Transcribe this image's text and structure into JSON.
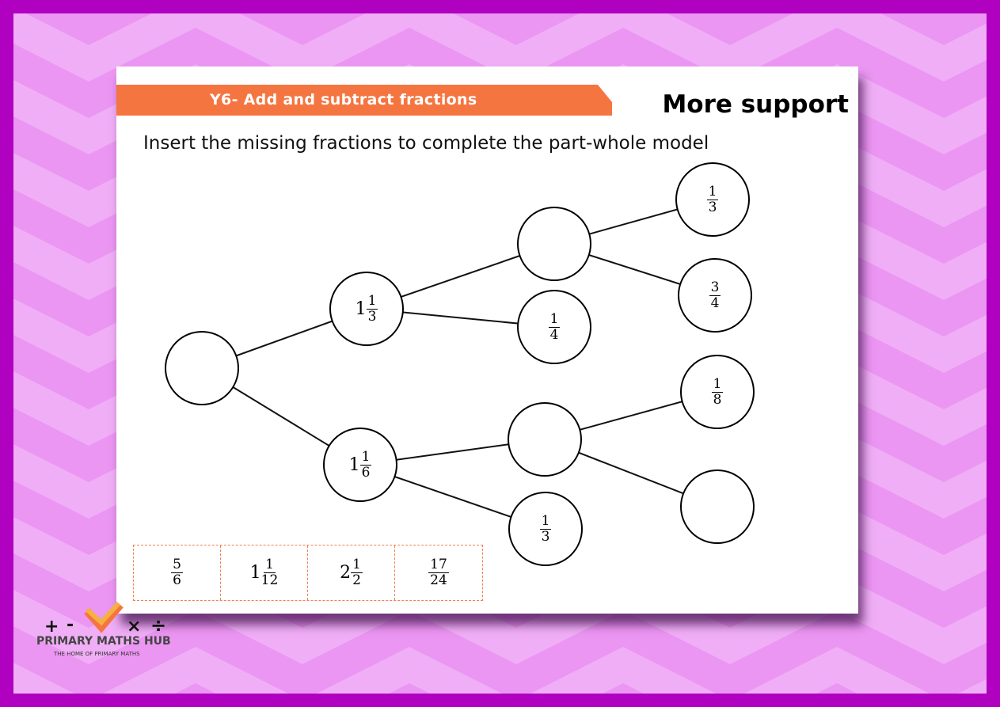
{
  "header": {
    "banner": "Y6- Add and subtract fractions",
    "level": "More support"
  },
  "instruction": "Insert the missing fractions to complete the part-whole model",
  "nodes": [
    {
      "id": "root",
      "value": null
    },
    {
      "id": "a",
      "whole": "1",
      "n": "1",
      "d": "3"
    },
    {
      "id": "b",
      "whole": "1",
      "n": "1",
      "d": "6"
    },
    {
      "id": "c",
      "value": null
    },
    {
      "id": "d",
      "n": "1",
      "d": "4"
    },
    {
      "id": "e",
      "value": null
    },
    {
      "id": "f",
      "n": "1",
      "d": "3"
    },
    {
      "id": "g",
      "n": "1",
      "d": "3"
    },
    {
      "id": "h",
      "n": "3",
      "d": "4"
    },
    {
      "id": "i",
      "n": "1",
      "d": "8"
    },
    {
      "id": "j",
      "value": null
    }
  ],
  "edges": [
    [
      "root",
      "a"
    ],
    [
      "root",
      "b"
    ],
    [
      "a",
      "c"
    ],
    [
      "a",
      "d"
    ],
    [
      "b",
      "e"
    ],
    [
      "b",
      "f"
    ],
    [
      "c",
      "g"
    ],
    [
      "c",
      "h"
    ],
    [
      "e",
      "i"
    ],
    [
      "e",
      "j"
    ]
  ],
  "answers": [
    {
      "n": "5",
      "d": "6"
    },
    {
      "whole": "1",
      "n": "1",
      "d": "12"
    },
    {
      "whole": "2",
      "n": "1",
      "d": "2"
    },
    {
      "n": "17",
      "d": "24"
    }
  ],
  "logo": {
    "title": "PRIMARY MATHS HUB",
    "tagline": "THE HOME OF PRIMARY MATHS",
    "symbols": "+ - × ÷"
  },
  "colors": {
    "border": "#b000c0",
    "background": "#eb96f2",
    "accent": "#f57540"
  }
}
